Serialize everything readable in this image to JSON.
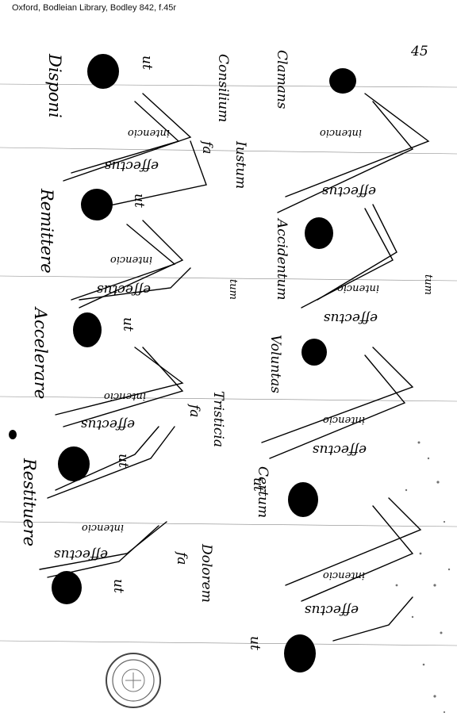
{
  "caption": "Oxford, Bodleian Library, Bodley 842, f.45r",
  "folio_mark": "45",
  "labels": {
    "intencio": "intencio",
    "effectus": "effectus",
    "ut": "ut",
    "fa": "fa",
    "tum": "tum"
  },
  "left_margin": [
    "Disponi",
    "Remittere",
    "Accelerare",
    "Restituere"
  ],
  "middle_column": [
    "Consilium",
    "Iustum",
    "Tristicia",
    "Dolorem"
  ],
  "right_column": [
    "Clamans",
    "Accidentum",
    "Voluntas",
    "Certum"
  ],
  "colors": {
    "ink": "#000000",
    "paper": "#ffffff"
  }
}
